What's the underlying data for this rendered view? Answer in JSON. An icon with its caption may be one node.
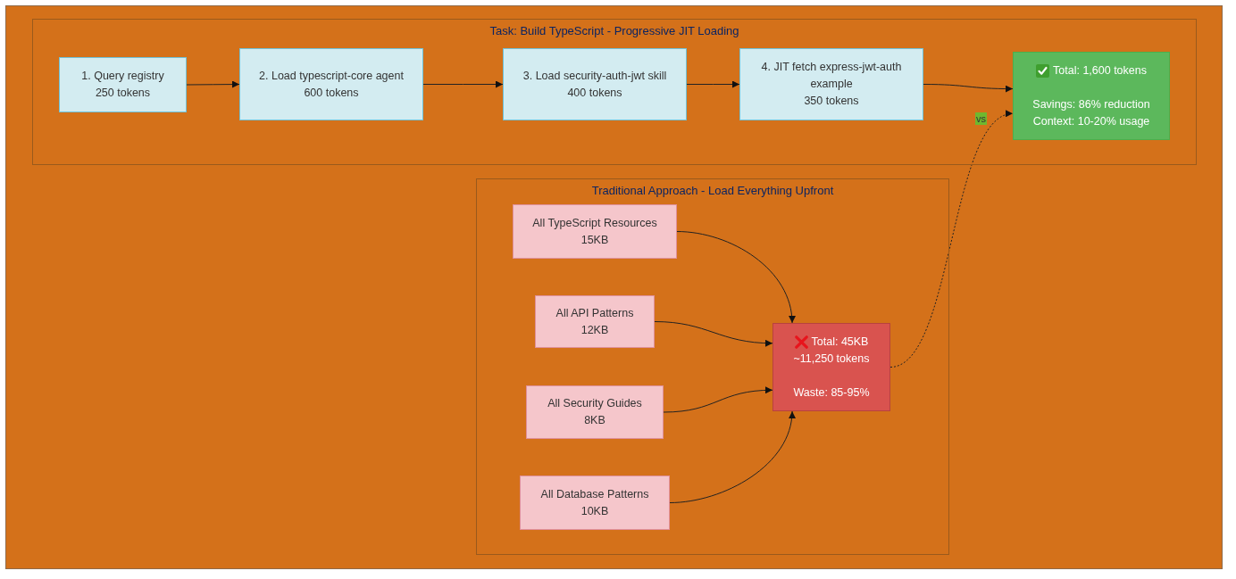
{
  "diagram": {
    "nodes": [
      {
        "text": [
          "Task: Build TypeScript - Progressive JIT Loading"
        ]
      },
      {
        "text": [
          "1. Query registry",
          "250 tokens"
        ],
        "in": 0
      },
      {
        "text": [
          "2. Load typescript-core agent",
          "600 tokens"
        ],
        "in": 0
      },
      {
        "text": [
          "3. Load security-auth-jwt skill",
          "400 tokens"
        ],
        "in": 0
      },
      {
        "text": [
          "4. JIT fetch express-jwt-auth example",
          "350 tokens"
        ],
        "in": 0
      },
      {
        "text": [
          "Total: 1,600 tokens",
          "Savings: 86% reduction",
          "Context: 10-20% usage"
        ],
        "in": 0
      },
      {
        "text": [
          "Traditional Approach - Load Everything Upfront"
        ]
      },
      {
        "text": [
          "All TypeScript Resources",
          "15KB"
        ],
        "in": 6
      },
      {
        "text": [
          "All API Patterns",
          "12KB"
        ],
        "in": 6
      },
      {
        "text": [
          "All Security Guides",
          "8KB"
        ],
        "in": 6
      },
      {
        "text": [
          "All Database Patterns",
          "10KB"
        ],
        "in": 6
      },
      {
        "text": [
          "Total: 45KB",
          "~11,250 tokens",
          "Waste: 85-95%"
        ],
        "in": 6
      }
    ],
    "edges": [
      {
        "from": 1,
        "to": 2,
        "arrow": "to"
      },
      {
        "from": 2,
        "to": 3,
        "arrow": "to"
      },
      {
        "from": 3,
        "to": 4,
        "arrow": "to"
      },
      {
        "from": 4,
        "to": 5,
        "arrow": "to"
      },
      {
        "from": 7,
        "to": 11,
        "arrow": "to"
      },
      {
        "from": 8,
        "to": 11,
        "arrow": "to"
      },
      {
        "from": 9,
        "to": 11,
        "arrow": "to"
      },
      {
        "from": 10,
        "to": 11,
        "arrow": "to"
      },
      {
        "from": 11,
        "to": 5,
        "arrow": "to",
        "label": "vs",
        "style": "dashed"
      }
    ]
  }
}
